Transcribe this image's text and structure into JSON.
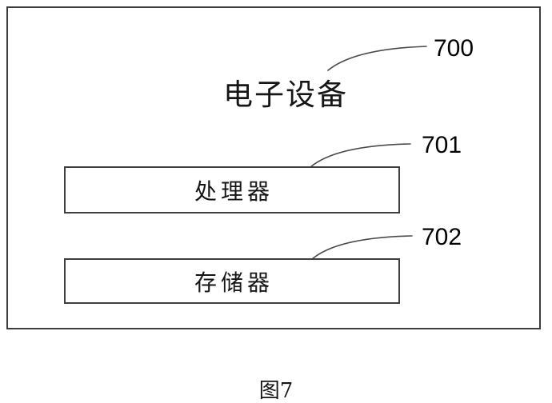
{
  "figure": {
    "caption": "图7",
    "device": {
      "title": "电子设备",
      "ref": "700"
    },
    "blocks": [
      {
        "label": "处理器",
        "ref": "701"
      },
      {
        "label": "存储器",
        "ref": "702"
      }
    ]
  },
  "colors": {
    "background": "#ffffff",
    "outline": "#3d3d3d",
    "leader_line": "#4a4a4a",
    "text": "#161616"
  }
}
